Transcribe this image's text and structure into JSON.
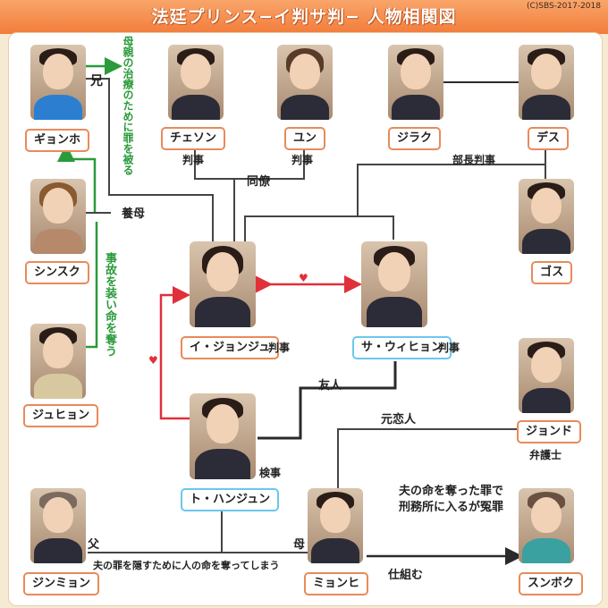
{
  "title": "法廷プリンス−イ判サ判− 人物相関図",
  "copyright": "(C)SBS-2017-2018",
  "characters": {
    "gyonho": "ギョンホ",
    "chesoon": "チェソン",
    "yun": "ユン",
    "jirak": "ジラク",
    "desu": "デス",
    "shinsuku": "シンスク",
    "gosu": "ゴス",
    "jonju": "イ・ジョンジュ",
    "uihyon": "サ・ウィヒョン",
    "juhyon": "ジュヒョン",
    "jondo": "ジョンド",
    "hanjun": "ト・ハンジュン",
    "jinmyon": "ジンミョン",
    "myonhi": "ミョンヒ",
    "sunboku": "スンボク"
  },
  "labels": {
    "ani": "兄",
    "hanji": "判事",
    "hanji2": "判事",
    "bucho_hanji": "部長判事",
    "doryo": "同僚",
    "yobo": "養母",
    "hanji_jonju": "判事",
    "hanji_uihyon": "判事",
    "yujin": "友人",
    "motokoibito": "元恋人",
    "bengoshi": "弁護士",
    "kenji": "検事",
    "chichi": "父",
    "haha": "母",
    "kakusu": "夫の罪を隠すために人の命を奪ってしまう",
    "shikumu": "仕組む",
    "enzai_1": "夫の命を奪った罪で",
    "enzai_2": "刑務所に入るが冤罪",
    "green_top": "母親の治療のために罪を被る",
    "green_mid": "事故を装い命を奪う"
  },
  "colors": {
    "accent": "#f27c3a",
    "line": "#2a2a2a",
    "green": "#2a9a3a",
    "red": "#e0303a",
    "name_border": "#e98a5a",
    "name_border_blue": "#6bc7ee"
  }
}
